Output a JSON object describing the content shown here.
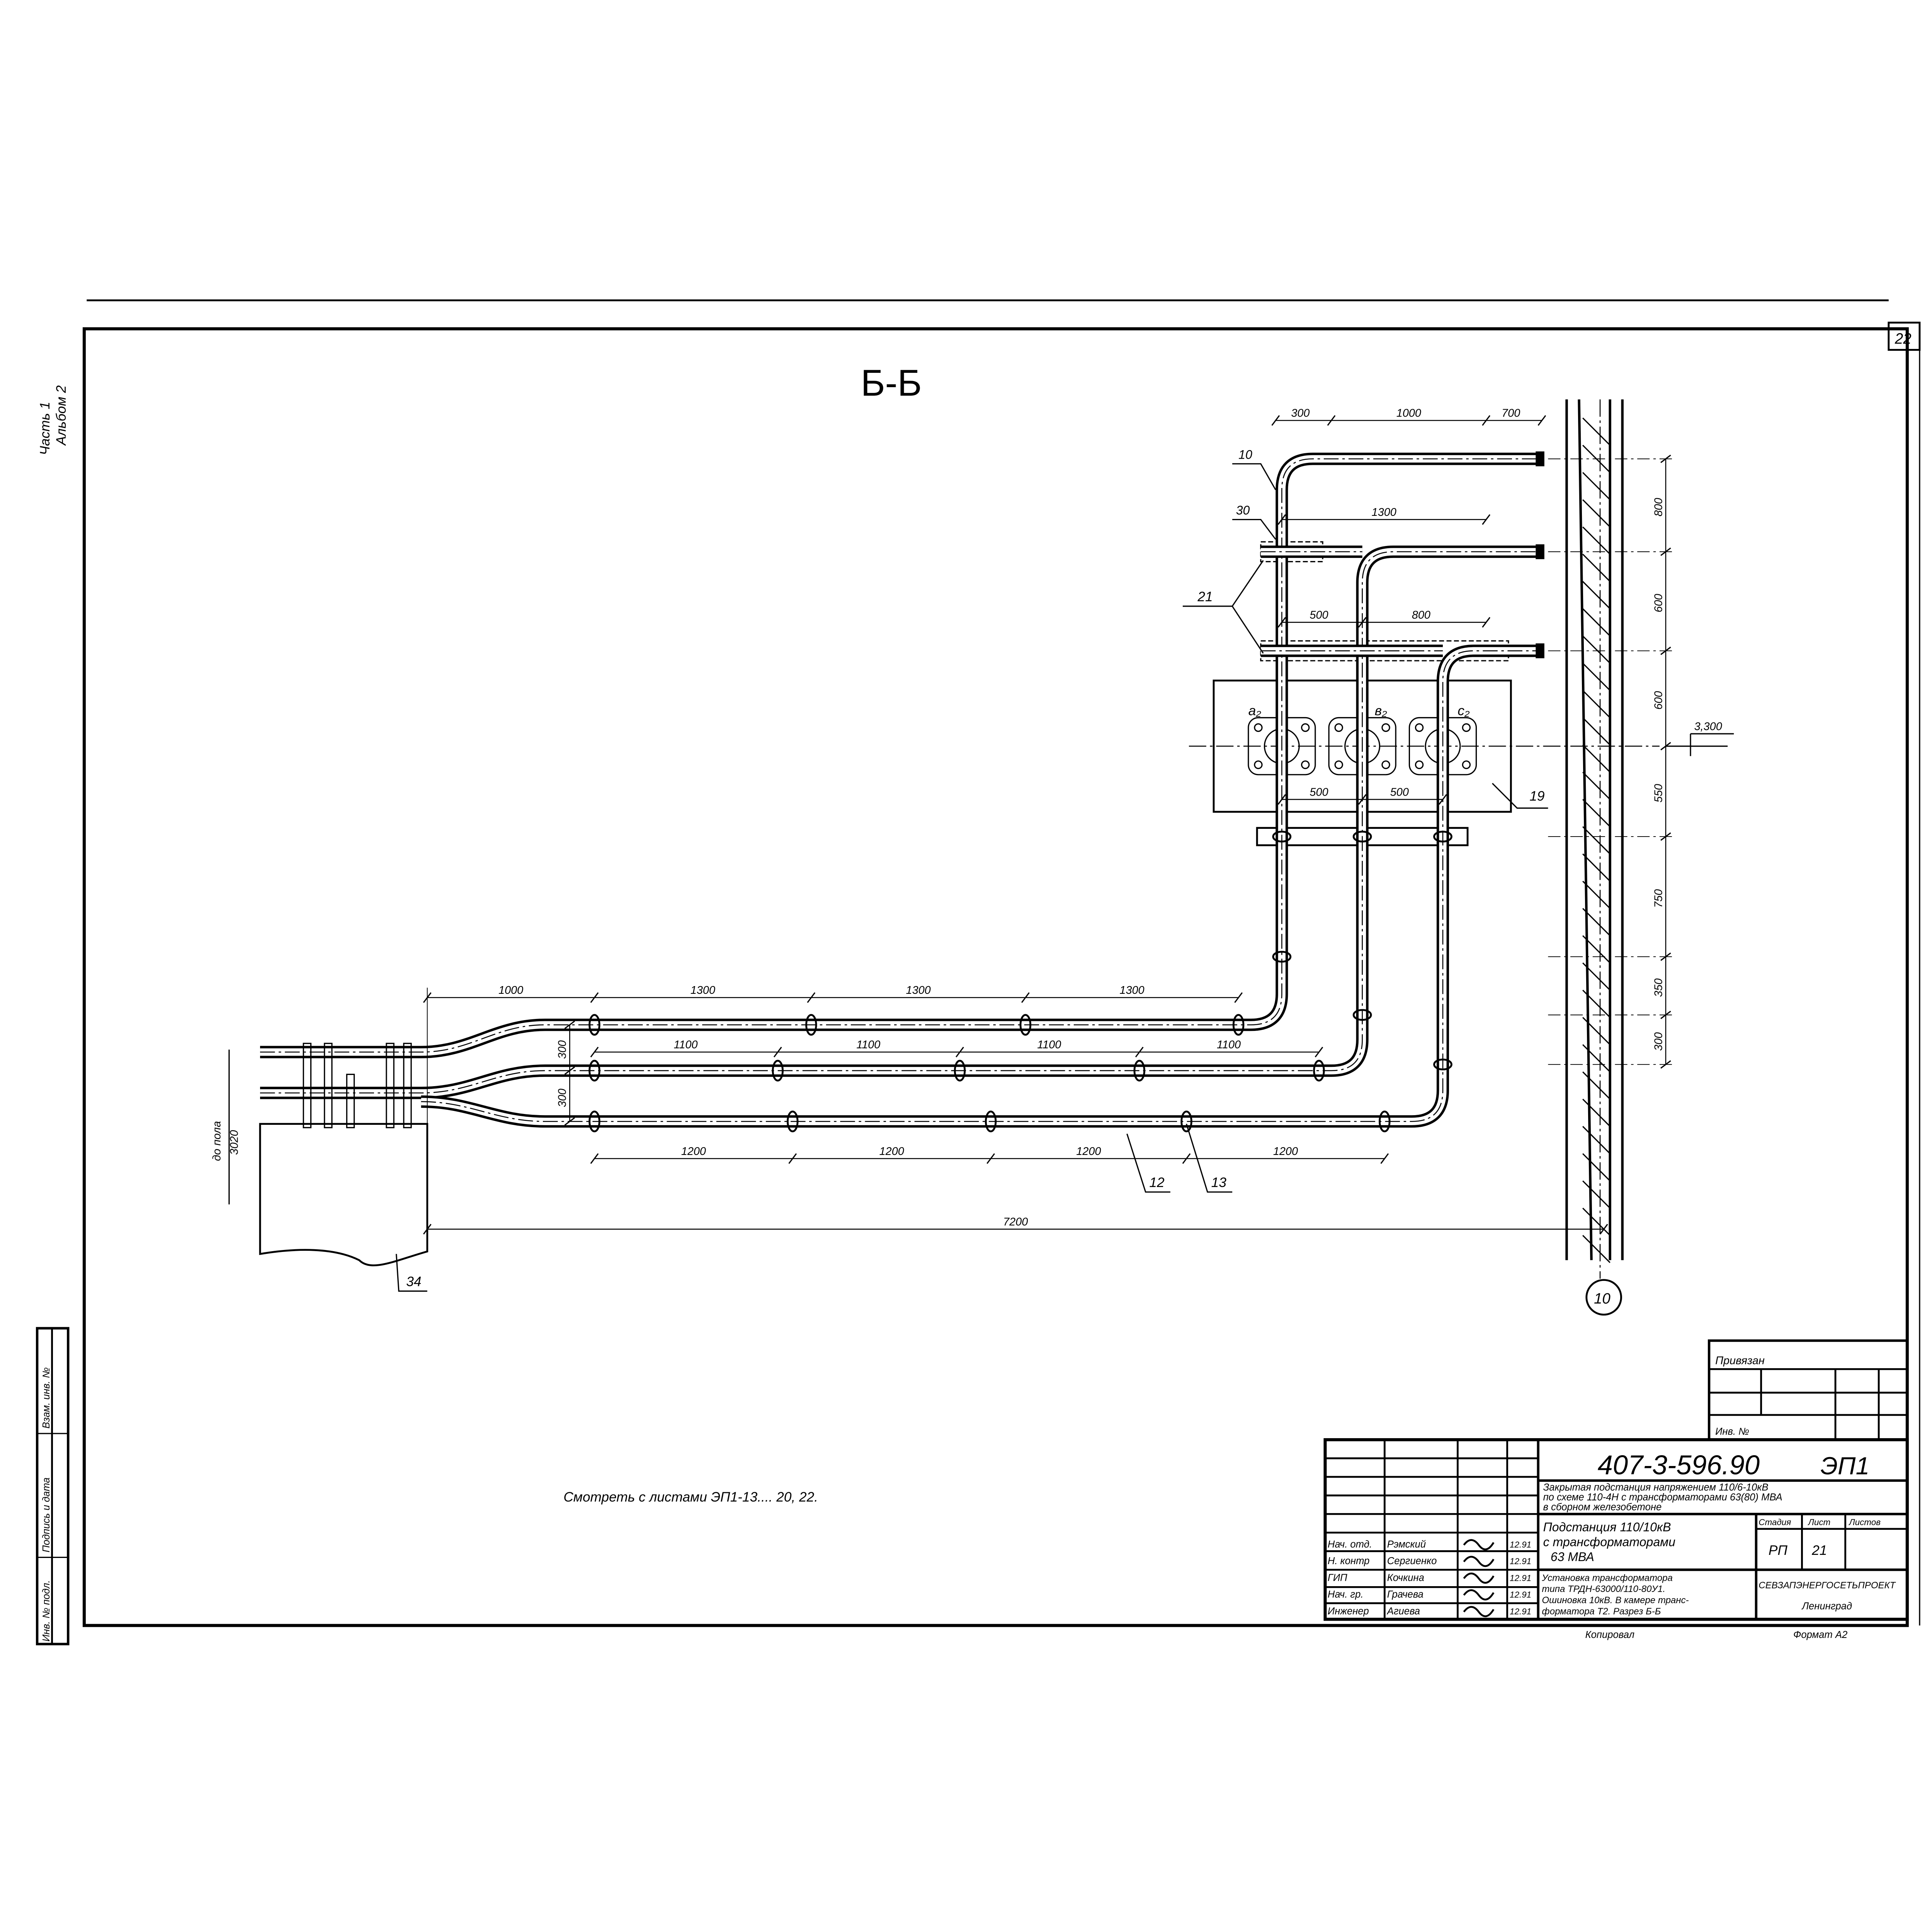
{
  "sheet_number": "22",
  "section_title": "Б-Б",
  "album_note": [
    "Часть 1",
    "Альбом 2"
  ],
  "callouts": {
    "pos10": "10",
    "pos30": "30",
    "pos21": "21",
    "pos19": "19",
    "pos12": "12",
    "pos13": "13",
    "pos34": "34",
    "axis10": "10"
  },
  "phases": [
    "а₂",
    "в₂",
    "с₂"
  ],
  "elevation": "3,300",
  "floor_note": [
    "до пола",
    "3020"
  ],
  "dims": {
    "top1": [
      "300",
      "1000",
      "700"
    ],
    "top2": [
      "1300"
    ],
    "top3": [
      "500",
      "800"
    ],
    "flange": [
      "500",
      "500"
    ],
    "right": [
      "800",
      "600",
      "600",
      "550",
      "750",
      "350",
      "300"
    ],
    "row_a": [
      "1000",
      "1300",
      "1300",
      "1300"
    ],
    "row_b": [
      "1100",
      "1100",
      "1100",
      "1100"
    ],
    "row_c": [
      "1200",
      "1200",
      "1200",
      "1200"
    ],
    "offsets": [
      "300",
      "300"
    ],
    "total": [
      "7200"
    ]
  },
  "note": "Смотреть с листами ЭП1-13.... 20, 22.",
  "left_stamp": [
    "Инв. № подл.",
    "Подпись и дата",
    "Взам. инв. №"
  ],
  "binding": {
    "label": "Привязан",
    "inv": "Инв. №"
  },
  "title_block": {
    "code": "407-3-596.90",
    "sheet_code": "ЭП1",
    "project": [
      "Закрытая подстанция напряжением 110/6-10кВ",
      "по схеме 110-4Н с трансформаторами 63(80) МВА",
      "в сборном железобетоне"
    ],
    "object": [
      "Подстанция 110/10кВ",
      "с трансформаторами",
      "63 МВА"
    ],
    "stage_header": "Стадия",
    "sheet_header": "Лист",
    "sheets_header": "Листов",
    "stage": "РП",
    "sheet": "21",
    "drawing": [
      "Установка трансформатора",
      "типа ТРДН-63000/110-80У1.",
      "Ошиновка 10кВ. В камере транс-",
      "форматора Т2. Разрез Б-Б"
    ],
    "org": "СЕВЗАПЭНЕРГОСЕТЬПРОЕКТ",
    "city": "Ленинград",
    "staff": [
      {
        "role": "Нач. отд.",
        "name": "Рэмский",
        "date": "12.91"
      },
      {
        "role": "Н. контр",
        "name": "Сергиенко",
        "date": "12.91"
      },
      {
        "role": "ГИП",
        "name": "Кочкина",
        "date": "12.91"
      },
      {
        "role": "Нач. гр.",
        "name": "Грачева",
        "date": "12.91"
      },
      {
        "role": "Инженер",
        "name": "Агиева",
        "date": "12.91"
      }
    ],
    "copied": "Копировал",
    "format": "Формат А2"
  }
}
